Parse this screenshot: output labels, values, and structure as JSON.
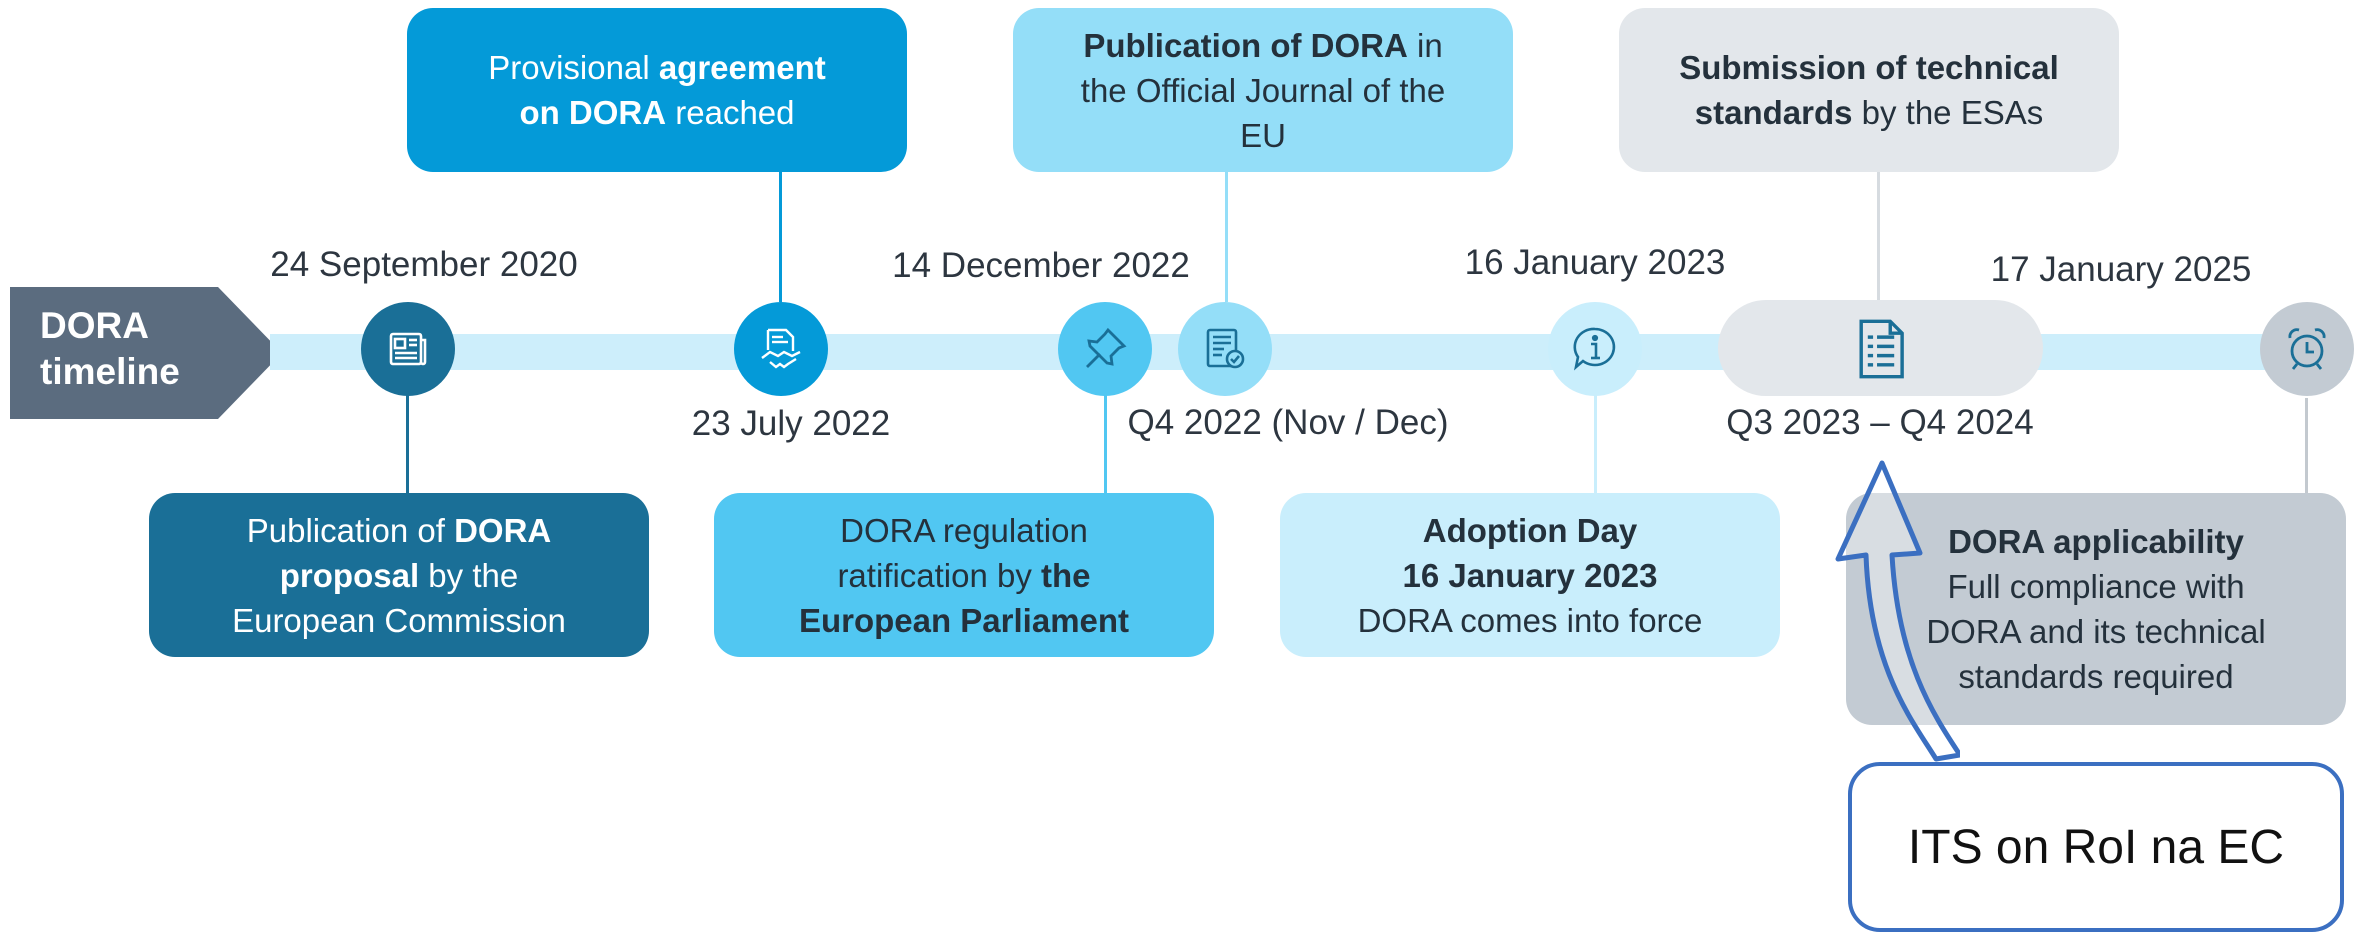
{
  "title": {
    "line1": "DORA",
    "line2": "timeline"
  },
  "dates": {
    "d1": "24 September 2020",
    "d2": "23 July 2022",
    "d3": "14 December 2022",
    "d4": "Q4 2022 (Nov / Dec)",
    "d5": "16 January 2023",
    "d6": "Q3 2023 – Q4 2024",
    "d7": "17 January 2025"
  },
  "boxes": {
    "proposal": {
      "p1": "Publication of ",
      "b1": "DORA",
      "b2": "proposal",
      "p2": " by the",
      "p3": "European Commission"
    },
    "agreement": {
      "p1": "Provisional ",
      "b1": "agreement",
      "b2": "on DORA",
      "p2": " reached"
    },
    "ratification": {
      "p1": "DORA regulation",
      "p2": "ratification by ",
      "b1": "the",
      "b2": "European Parliament"
    },
    "publication": {
      "b1": "Publication of DORA",
      "p1": " in",
      "p2": "the Official Journal of the",
      "p3": "EU"
    },
    "adoption": {
      "b1": "Adoption Day",
      "b2": "16 January 2023",
      "p1": "DORA comes into force"
    },
    "submission": {
      "b1": "Submission of technical",
      "b2": "standards",
      "p1": " by the ESAs"
    },
    "applicability": {
      "b1": "DORA applicability",
      "p1": "Full compliance with",
      "p2": "DORA and its technical",
      "p3": "standards required"
    }
  },
  "callout": {
    "label": "ITS on RoI na EC"
  },
  "icons": [
    "newspaper-icon",
    "handshake-document-icon",
    "pushpin-icon",
    "certified-document-icon",
    "info-speech-icon",
    "checklist-document-icon",
    "alarm-clock-icon"
  ],
  "colors": {
    "dark_blue": "#1a6f97",
    "mid_blue": "#049ad8",
    "light_blue": "#51c7f2",
    "pale_blue": "#94def8",
    "paler_blue": "#c9eefc",
    "gray": "#e3e7eb",
    "slate": "#5b6c7f",
    "callout_blue": "#3b6fc1"
  }
}
